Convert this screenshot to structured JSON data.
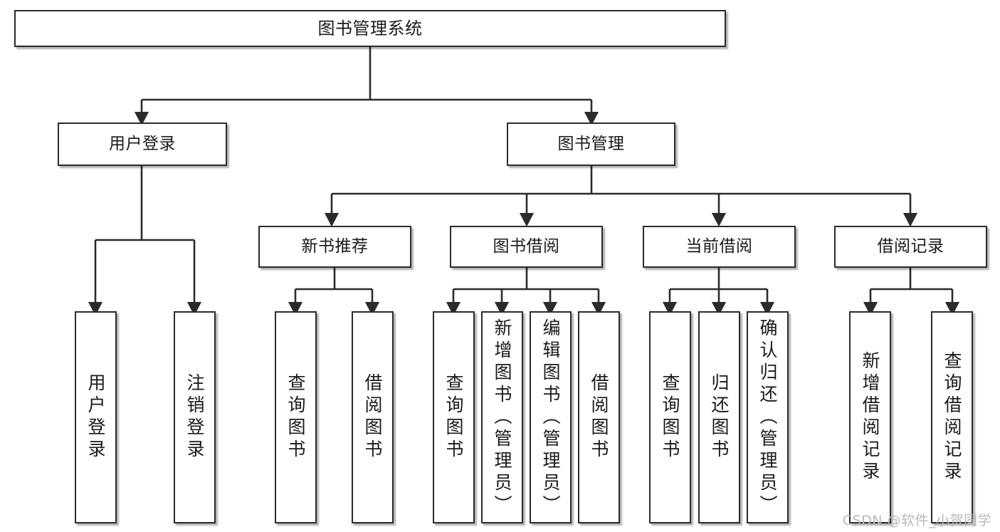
{
  "diagram": {
    "title": "图书管理系统",
    "type": "tree-hierarchy-chart",
    "watermark": "CSDN @软件_小贺同学",
    "colors": {
      "node_border": "#2b2b2b",
      "node_fill": "#ffffff",
      "edge": "#2b2b2b",
      "text": "#1a1a1a",
      "watermark": "#b9b9b9",
      "background": "#ffffff"
    },
    "levels": [
      {
        "level": 1,
        "nodes": [
          {
            "id": "root",
            "label": "图书管理系统",
            "orientation": "horizontal"
          }
        ]
      },
      {
        "level": 2,
        "nodes": [
          {
            "id": "user-login",
            "label": "用户登录",
            "orientation": "horizontal",
            "parent": "root"
          },
          {
            "id": "book-manage",
            "label": "图书管理",
            "orientation": "horizontal",
            "parent": "root"
          }
        ]
      },
      {
        "level": 3,
        "nodes": [
          {
            "id": "new-book-rec",
            "label": "新书推荐",
            "orientation": "horizontal",
            "parent": "book-manage"
          },
          {
            "id": "book-borrow",
            "label": "图书借阅",
            "orientation": "horizontal",
            "parent": "book-manage"
          },
          {
            "id": "current-borrow",
            "label": "当前借阅",
            "orientation": "horizontal",
            "parent": "book-manage"
          },
          {
            "id": "borrow-record",
            "label": "借阅记录",
            "orientation": "horizontal",
            "parent": "book-manage"
          }
        ]
      },
      {
        "level": 4,
        "nodes": [
          {
            "id": "leaf-user-login",
            "label": "用户登录",
            "orientation": "vertical",
            "parent": "user-login"
          },
          {
            "id": "leaf-logout",
            "label": "注销登录",
            "orientation": "vertical",
            "parent": "user-login"
          },
          {
            "id": "leaf-query-book-1",
            "label": "查询图书",
            "orientation": "vertical",
            "parent": "new-book-rec"
          },
          {
            "id": "leaf-borrow-book-1",
            "label": "借阅图书",
            "orientation": "vertical",
            "parent": "new-book-rec"
          },
          {
            "id": "leaf-query-book-2",
            "label": "查询图书",
            "orientation": "vertical",
            "parent": "book-borrow"
          },
          {
            "id": "leaf-add-book",
            "label": "新增图书（管理员）",
            "orientation": "vertical",
            "parent": "book-borrow"
          },
          {
            "id": "leaf-edit-book",
            "label": "编辑图书（管理员）",
            "orientation": "vertical",
            "parent": "book-borrow"
          },
          {
            "id": "leaf-borrow-book-2",
            "label": "借阅图书",
            "orientation": "vertical",
            "parent": "book-borrow"
          },
          {
            "id": "leaf-query-book-3",
            "label": "查询图书",
            "orientation": "vertical",
            "parent": "current-borrow"
          },
          {
            "id": "leaf-return-book",
            "label": "归还图书",
            "orientation": "vertical",
            "parent": "current-borrow"
          },
          {
            "id": "leaf-confirm-return",
            "label": "确认归还（管理员）",
            "orientation": "vertical",
            "parent": "current-borrow"
          },
          {
            "id": "leaf-add-record",
            "label": "新增借阅记录",
            "orientation": "vertical",
            "parent": "borrow-record"
          },
          {
            "id": "leaf-query-record",
            "label": "查询借阅记录",
            "orientation": "vertical",
            "parent": "borrow-record"
          }
        ]
      }
    ]
  }
}
